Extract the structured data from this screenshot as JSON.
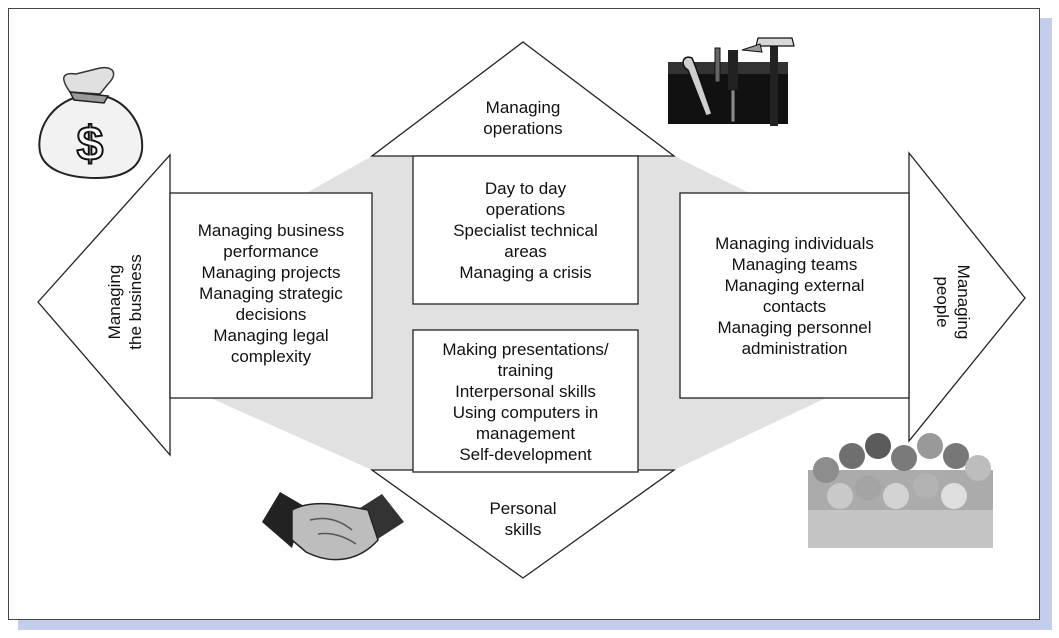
{
  "diagram": {
    "top_label": [
      "Managing",
      "operations"
    ],
    "bottom_label": [
      "Personal",
      "skills"
    ],
    "left_label": [
      "Managing",
      "the business"
    ],
    "right_label": [
      "Managing",
      "people"
    ],
    "top_box": [
      "Day to day",
      "operations",
      "Specialist technical",
      "areas",
      "Managing a crisis"
    ],
    "bottom_box": [
      "Making presentations/",
      "training",
      "Interpersonal skills",
      "Using computers in",
      "management",
      "Self-development"
    ],
    "left_box": [
      "Managing business",
      "performance",
      "Managing projects",
      "Managing strategic",
      "decisions",
      "Managing legal",
      "complexity"
    ],
    "right_box": [
      "Managing individuals",
      "Managing teams",
      "Managing external",
      "contacts",
      "Managing personnel",
      "administration"
    ]
  },
  "icons": [
    "money-bag-icon",
    "toolbox-icon",
    "handshake-icon",
    "crowd-icon"
  ],
  "colors": {
    "frame_shadow": "#c4cdea",
    "hexagon_fill": "#e1e1e1",
    "outline": "#222222"
  }
}
